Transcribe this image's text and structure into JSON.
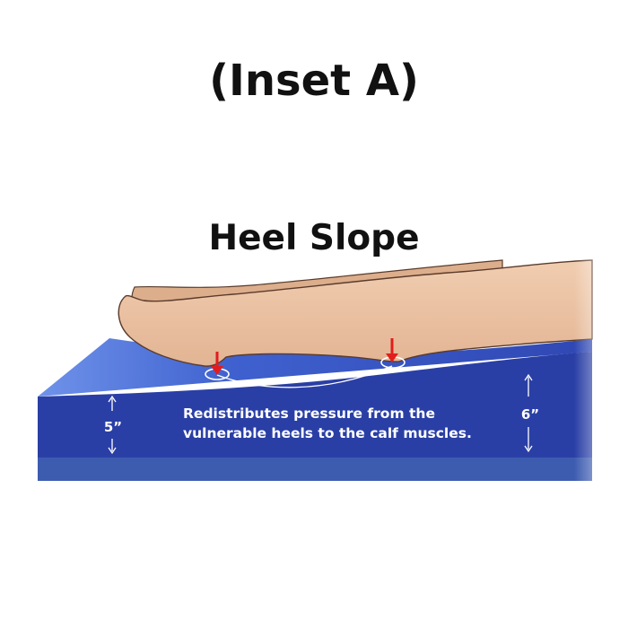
{
  "inset_title": "(Inset A)",
  "diagram_title": "Heel Slope",
  "caption": {
    "line1": "Redistributes pressure from the",
    "line2": "vulnerable heels to the calf muscles."
  },
  "dimensions": {
    "left": "5”",
    "right": "6”"
  },
  "colors": {
    "cushion_top": "#5a84e0",
    "cushion_front": "#2a3fa5",
    "cushion_base": "#3d5cb0",
    "skin": "#e9bf9e",
    "skin_outline": "#5a3b2b",
    "pressure_arrow": "#e11d1d"
  }
}
